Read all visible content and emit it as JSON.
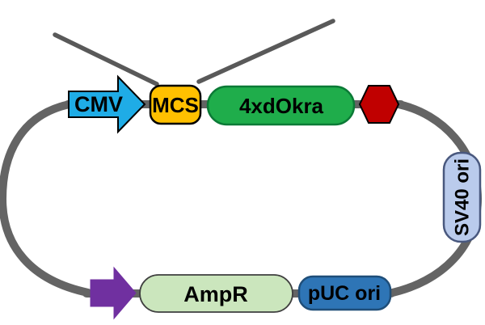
{
  "diagram": {
    "kind": "plasmid-vector-map",
    "background": "#ffffff",
    "backbone": {
      "color": "#646464",
      "thickness": "10"
    },
    "callout": {
      "color": "#595959",
      "thickness": "5.5"
    },
    "features": [
      {
        "name": "cmv-promoter",
        "label": "CMV",
        "shape": "right-arrow",
        "fill": "#1FACE6",
        "stroke": "#000000"
      },
      {
        "name": "mcs",
        "label": "MCS",
        "shape": "rounded-rect",
        "fill": "#FFC000",
        "stroke": "#000000"
      },
      {
        "name": "4xdokra-gene",
        "label": "4xdOkra",
        "shape": "pill",
        "fill": "#1FAD4B",
        "stroke": "#0B7A36"
      },
      {
        "name": "terminator",
        "label": "",
        "shape": "hexagon",
        "fill": "#C00000",
        "stroke": "#000000"
      },
      {
        "name": "sv40-ori",
        "label": "SV40 ori",
        "shape": "vertical-pill",
        "fill": "#BACBEC",
        "stroke": "#49587E"
      },
      {
        "name": "puc-ori",
        "label": "pUC ori",
        "shape": "pill",
        "fill": "#2E75B6",
        "stroke": "#1F4E79"
      },
      {
        "name": "ampr-promoter",
        "label": "",
        "shape": "right-arrow",
        "fill": "#7030A0",
        "stroke": "#7030A0"
      },
      {
        "name": "ampr-gene",
        "label": "AmpR",
        "shape": "pill",
        "fill": "#CBE6BD",
        "stroke": "#3F3F3F"
      }
    ]
  }
}
